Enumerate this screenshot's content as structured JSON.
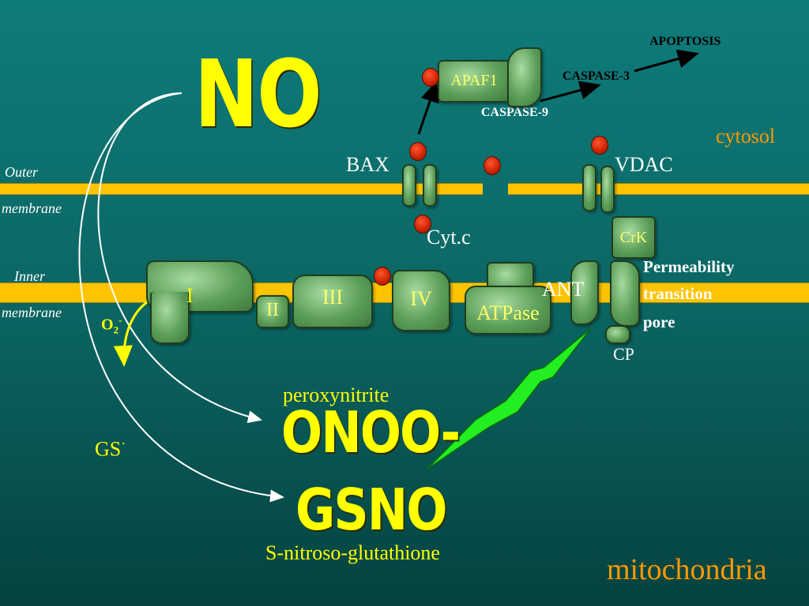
{
  "titles": {
    "no": "NO",
    "onoo": "ONOO-",
    "gsno": "GSNO"
  },
  "labels": {
    "apoptosis": "APOPTOSIS",
    "caspase3": "CASPASE-3",
    "caspase9": "CASPASE-9",
    "apaf1": "APAF1",
    "cytosol": "cytosol",
    "bax": "BAX",
    "vdac": "VDAC",
    "cytc": "Cyt.c",
    "crk": "CrK",
    "permeability": "Permeability",
    "transition": "transition",
    "pore": "pore",
    "outer": "Outer",
    "outer_membrane": "membrane",
    "inner": "Inner",
    "inner_membrane": "membrane",
    "complex_i": "I",
    "complex_ii": "II",
    "complex_iii": "III",
    "complex_iv": "IV",
    "atpase": "ATPase",
    "ant": "ANT",
    "cp": "CP",
    "superoxide_base": "O",
    "superoxide_sub": "2",
    "superoxide_sup": "-",
    "peroxynitrite": "peroxynitrite",
    "gs_base": "GS",
    "gs_sup": "·",
    "s_nitroso": "S-nitroso-glutathione",
    "mitochondria": "mitochondria"
  },
  "colors": {
    "background": "#0b6663",
    "membrane": "#ffc400",
    "protein": "#5d9f5a",
    "dot": "#cc2200",
    "accent_yellow": "#ffff00",
    "accent_orange": "#ff9900",
    "arrow_green": "#22ee22"
  }
}
